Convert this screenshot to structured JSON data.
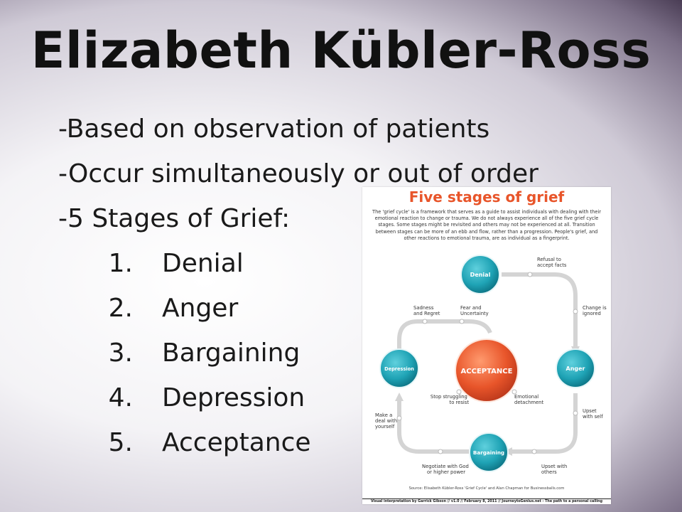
{
  "slide": {
    "title": "Elizabeth Kübler-Ross",
    "bullets": [
      "-Based on observation of patients",
      "-Occur simultaneously or out of order",
      "-5 Stages of Grief:"
    ],
    "stages": [
      {
        "num": "1.",
        "label": "Denial"
      },
      {
        "num": "2.",
        "label": "Anger"
      },
      {
        "num": "3.",
        "label": "Bargaining"
      },
      {
        "num": "4.",
        "label": "Depression"
      },
      {
        "num": "5.",
        "label": "Acceptance"
      }
    ]
  },
  "infographic": {
    "title": "Five stages of grief",
    "paragraph": "The 'grief cycle' is a framework that serves as a guide to assist individuals with dealing with their emotional reaction to change or trauma. We do not always experience all of the five grief cycle stages. Some stages might be revisited and others may not be experienced at all. Transition between stages can be more of an ebb and flow, rather than a progression. People's grief, and other reactions to emotional trauma, are as individual as a fingerprint.",
    "stages": {
      "denial": "Denial",
      "anger": "Anger",
      "bargaining": "Bargaining",
      "depression": "Depression",
      "acceptance": "ACCEPTANCE"
    },
    "captions": {
      "refusal": [
        "Refusal to",
        "accept facts"
      ],
      "change": [
        "Change is",
        "ignored"
      ],
      "upset_self": [
        "Upset",
        "with self"
      ],
      "upset_others": [
        "Upset with",
        "others"
      ],
      "negotiate": [
        "Negotiate with God",
        "or higher power"
      ],
      "deal": [
        "Make a",
        "deal with",
        "yourself"
      ],
      "sadness": [
        "Sadness",
        "and Regret"
      ],
      "fear": [
        "Fear and",
        "Uncertainty"
      ],
      "stop": [
        "Stop struggling",
        "to resist"
      ],
      "emotional": [
        "Emotional",
        "detachment"
      ]
    },
    "source": "Source: Elisabeth Kübler-Ross 'Grief Cycle' and Alan Chapman for Businessballs.com",
    "footer": "Visual interpretation by Garrick Gibson // v1.0 // February 8, 2011 // JourneytoGenius.net - The path to a personal calling",
    "colors": {
      "teal": "#1fa3b5",
      "orange": "#e8552a",
      "arrow": "#d4d4d4"
    }
  }
}
